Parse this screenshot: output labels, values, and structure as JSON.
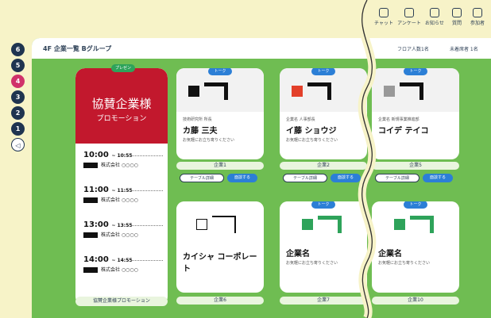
{
  "toolbar": {
    "items": [
      {
        "label": "チャット",
        "icon": "chat-icon"
      },
      {
        "label": "アンケート",
        "icon": "survey-icon"
      },
      {
        "label": "お知らせ",
        "icon": "notice-icon"
      },
      {
        "label": "質問",
        "icon": "question-icon"
      },
      {
        "label": "参加者",
        "icon": "participants-icon"
      }
    ]
  },
  "floors": [
    "6",
    "5",
    "4",
    "3",
    "2",
    "1"
  ],
  "active_floor": "4",
  "header": {
    "title": "4F 企業一覧 Bグループ",
    "visitors": "フロア人数1名",
    "absent": "未着席者 1名"
  },
  "promo": {
    "tag": "プレゼン",
    "line1": "協賛企業様",
    "line2": "プロモーション",
    "slots": [
      {
        "time": "10:00",
        "end": "~ 10:55",
        "company": "株式会社",
        "name": "○○○○"
      },
      {
        "time": "11:00",
        "end": "~ 11:55",
        "company": "株式会社",
        "name": "○○○○"
      },
      {
        "time": "13:00",
        "end": "~ 13:55",
        "company": "株式会社",
        "name": "○○○○"
      },
      {
        "time": "14:00",
        "end": "~ 14:55",
        "company": "株式会社",
        "name": "○○○○"
      }
    ],
    "footer": "協賛企業様プロモーション"
  },
  "cards": [
    {
      "tag": "トーク",
      "role": "技術研究所 所長",
      "name": "カ藤 三夫",
      "desc": "お気軽にお立ち寄りください",
      "booth": "企業1"
    },
    {
      "tag": "トーク",
      "role": "企業名 人事部長",
      "name": "イ藤 ショウジ",
      "desc": "お気軽にお立ち寄りください",
      "booth": "企業2"
    },
    {
      "tag": "トーク",
      "role": "企業名 新規事業推進部",
      "name": "コイデ テイコ",
      "desc": "",
      "booth": "企業5"
    },
    {
      "tag": "",
      "role": "",
      "name": "カイシャ コーポレート",
      "desc": "",
      "booth": "企業6"
    },
    {
      "tag": "トーク",
      "role": "",
      "name": "企業名",
      "desc": "お気軽にお立ち寄りください",
      "booth": "企業7"
    },
    {
      "tag": "トーク",
      "role": "",
      "name": "企業名",
      "desc": "お気軽にお立ち寄りください",
      "booth": "企業10"
    }
  ],
  "buttons": {
    "detail": "テーブル詳細",
    "meet": "面談する"
  }
}
